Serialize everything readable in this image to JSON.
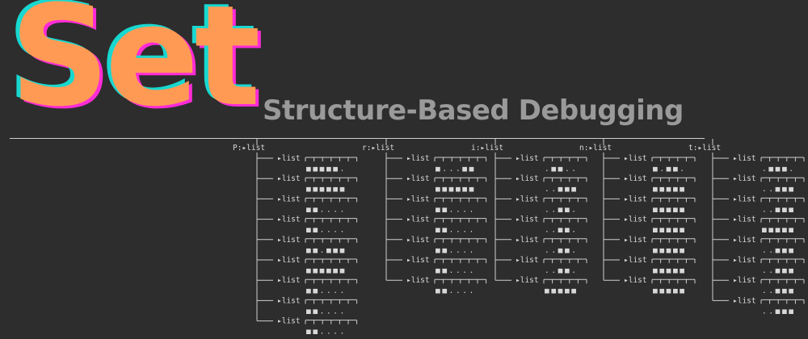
{
  "header": {
    "title": "Set",
    "subtitle": "Structure-Based Debugging"
  },
  "tree": {
    "node_label": "list",
    "columns": [
      {
        "root": "P",
        "cells": [
          "■■■■■.",
          "■■■■■■",
          "■■....",
          "■■....",
          "■■.■■■",
          "■■■■■■",
          "■■....",
          "■■....",
          "■■...."
        ]
      },
      {
        "root": "r",
        "cells": [
          "■...■■",
          "■■■■■■",
          "■■....",
          "■■....",
          "■■....",
          "■■....",
          "■■...."
        ]
      },
      {
        "root": "i",
        "cells": [
          ".■■..",
          "..■■■",
          "..■■.",
          "..■■.",
          "..■■.",
          "..■■.",
          "■■■■■"
        ]
      },
      {
        "root": "n",
        "cells": [
          "■.■■.",
          "■■■■■",
          "■■■■■",
          "■■■■■",
          "■■■■■",
          "■■■■■",
          "■■■■■"
        ]
      },
      {
        "root": "t",
        "cells": [
          ".■■■.",
          "..■■■",
          "..■■■",
          "■■■■■",
          "..■■■",
          "..■■■",
          "..■■■",
          "..■■■"
        ]
      }
    ],
    "colors": {
      "line": "#cfcfcf",
      "text": "#d8d8d8"
    }
  }
}
